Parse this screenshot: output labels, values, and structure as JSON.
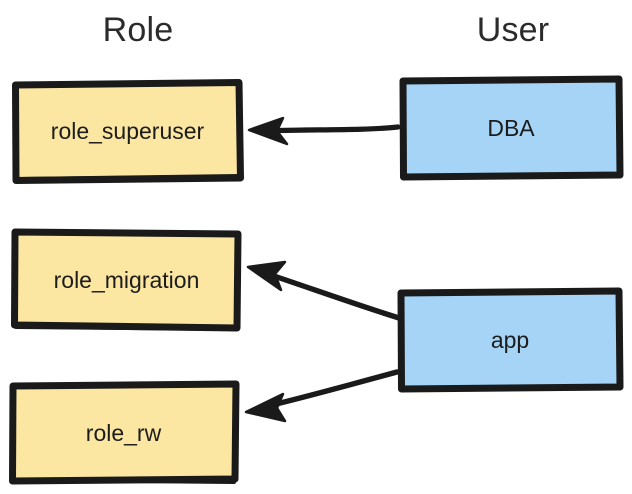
{
  "diagram": {
    "title_columns": {
      "role": "Role",
      "user": "User"
    },
    "style": {
      "background": "#ffffff",
      "role_fill": "#fbe6a2",
      "user_fill": "#a5d4f7",
      "stroke": "#1a1a1a",
      "text": "#1c1c1c",
      "header_text": "#2b2b2b"
    },
    "nodes": [
      {
        "id": "role_superuser",
        "label": "role_superuser",
        "column": "Role",
        "fill": "#fbe6a2"
      },
      {
        "id": "role_migration",
        "label": "role_migration",
        "column": "Role",
        "fill": "#fbe6a2"
      },
      {
        "id": "role_rw",
        "label": "role_rw",
        "column": "Role",
        "fill": "#fbe6a2"
      },
      {
        "id": "dba",
        "label": "DBA",
        "column": "User",
        "fill": "#a5d4f7"
      },
      {
        "id": "app",
        "label": "app",
        "column": "User",
        "fill": "#a5d4f7"
      }
    ],
    "edges": [
      {
        "from": "dba",
        "to": "role_superuser",
        "label": "",
        "direction": "left"
      },
      {
        "from": "app",
        "to": "role_migration",
        "label": "",
        "direction": "up-left"
      },
      {
        "from": "app",
        "to": "role_rw",
        "label": "",
        "direction": "down-left"
      }
    ]
  }
}
